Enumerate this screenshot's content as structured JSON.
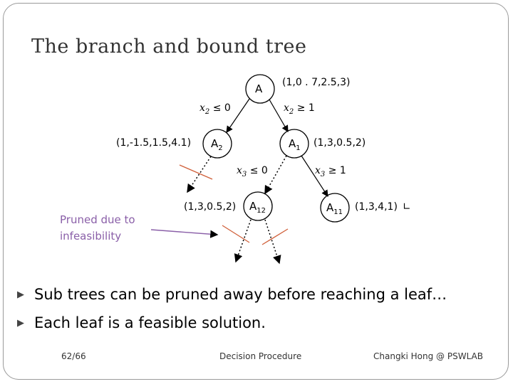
{
  "slide": {
    "title": "The branch and bound tree",
    "tree": {
      "root": {
        "label": "A",
        "value": "(1,0 . 7,2.5,3)"
      },
      "edge_left": {
        "var": "x",
        "sub": "2",
        "rel": "≤ 0"
      },
      "edge_right": {
        "var": "x",
        "sub": "2",
        "rel": "≥ 1"
      },
      "a2": {
        "label": "A",
        "sub": "2",
        "value": "(1,-1.5,1.5,4.1)"
      },
      "a1": {
        "label": "A",
        "sub": "1",
        "value": "(1,3,0.5,2)"
      },
      "edge_a1_left": {
        "var": "x",
        "sub": "3",
        "rel": "≤ 0"
      },
      "edge_a1_right": {
        "var": "x",
        "sub": "3",
        "rel": "≥ 1"
      },
      "a12": {
        "label": "A",
        "sub": "12",
        "value": "(1,3,0.5,2)"
      },
      "a11": {
        "label": "A",
        "sub": "11",
        "value": "(1,3,4,1)",
        "mark": "∟"
      }
    },
    "pruned_note": [
      "Pruned due to",
      "infeasibility"
    ],
    "bullets": [
      "Sub trees can be pruned away before reaching a leaf…",
      "Each leaf is a feasible solution."
    ],
    "footer": {
      "page": "62/66",
      "center": "Decision Procedure",
      "right": "Changki Hong @ PSWLAB"
    },
    "colors": {
      "prune_mark": "#d0603a",
      "note": "#8a5fa8"
    }
  }
}
